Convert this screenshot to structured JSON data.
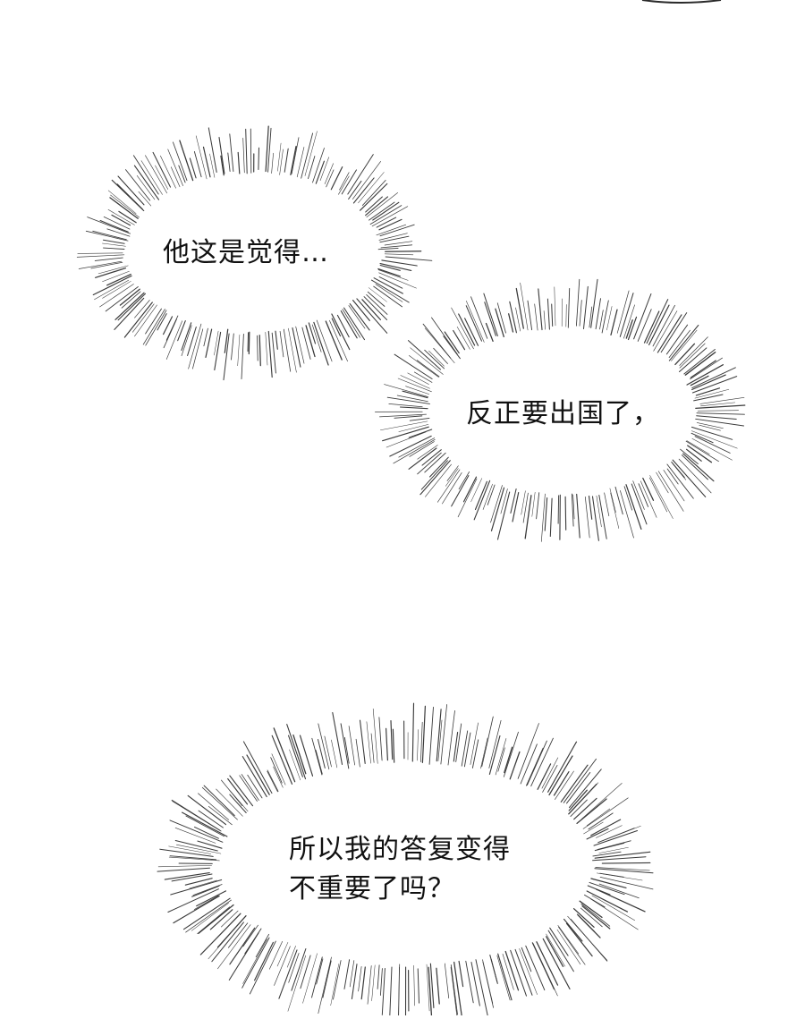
{
  "bubbles": [
    {
      "id": "thought-bubble-1",
      "lines": [
        "他这是觉得…"
      ]
    },
    {
      "id": "thought-bubble-2",
      "lines": [
        "反正要出国了，"
      ]
    },
    {
      "id": "thought-bubble-3",
      "lines": [
        "所以我的答复变得",
        "不重要了吗？"
      ]
    }
  ],
  "colors": {
    "background": "#ffffff",
    "text": "#111111",
    "burst_lines": "#3a3a3a"
  }
}
